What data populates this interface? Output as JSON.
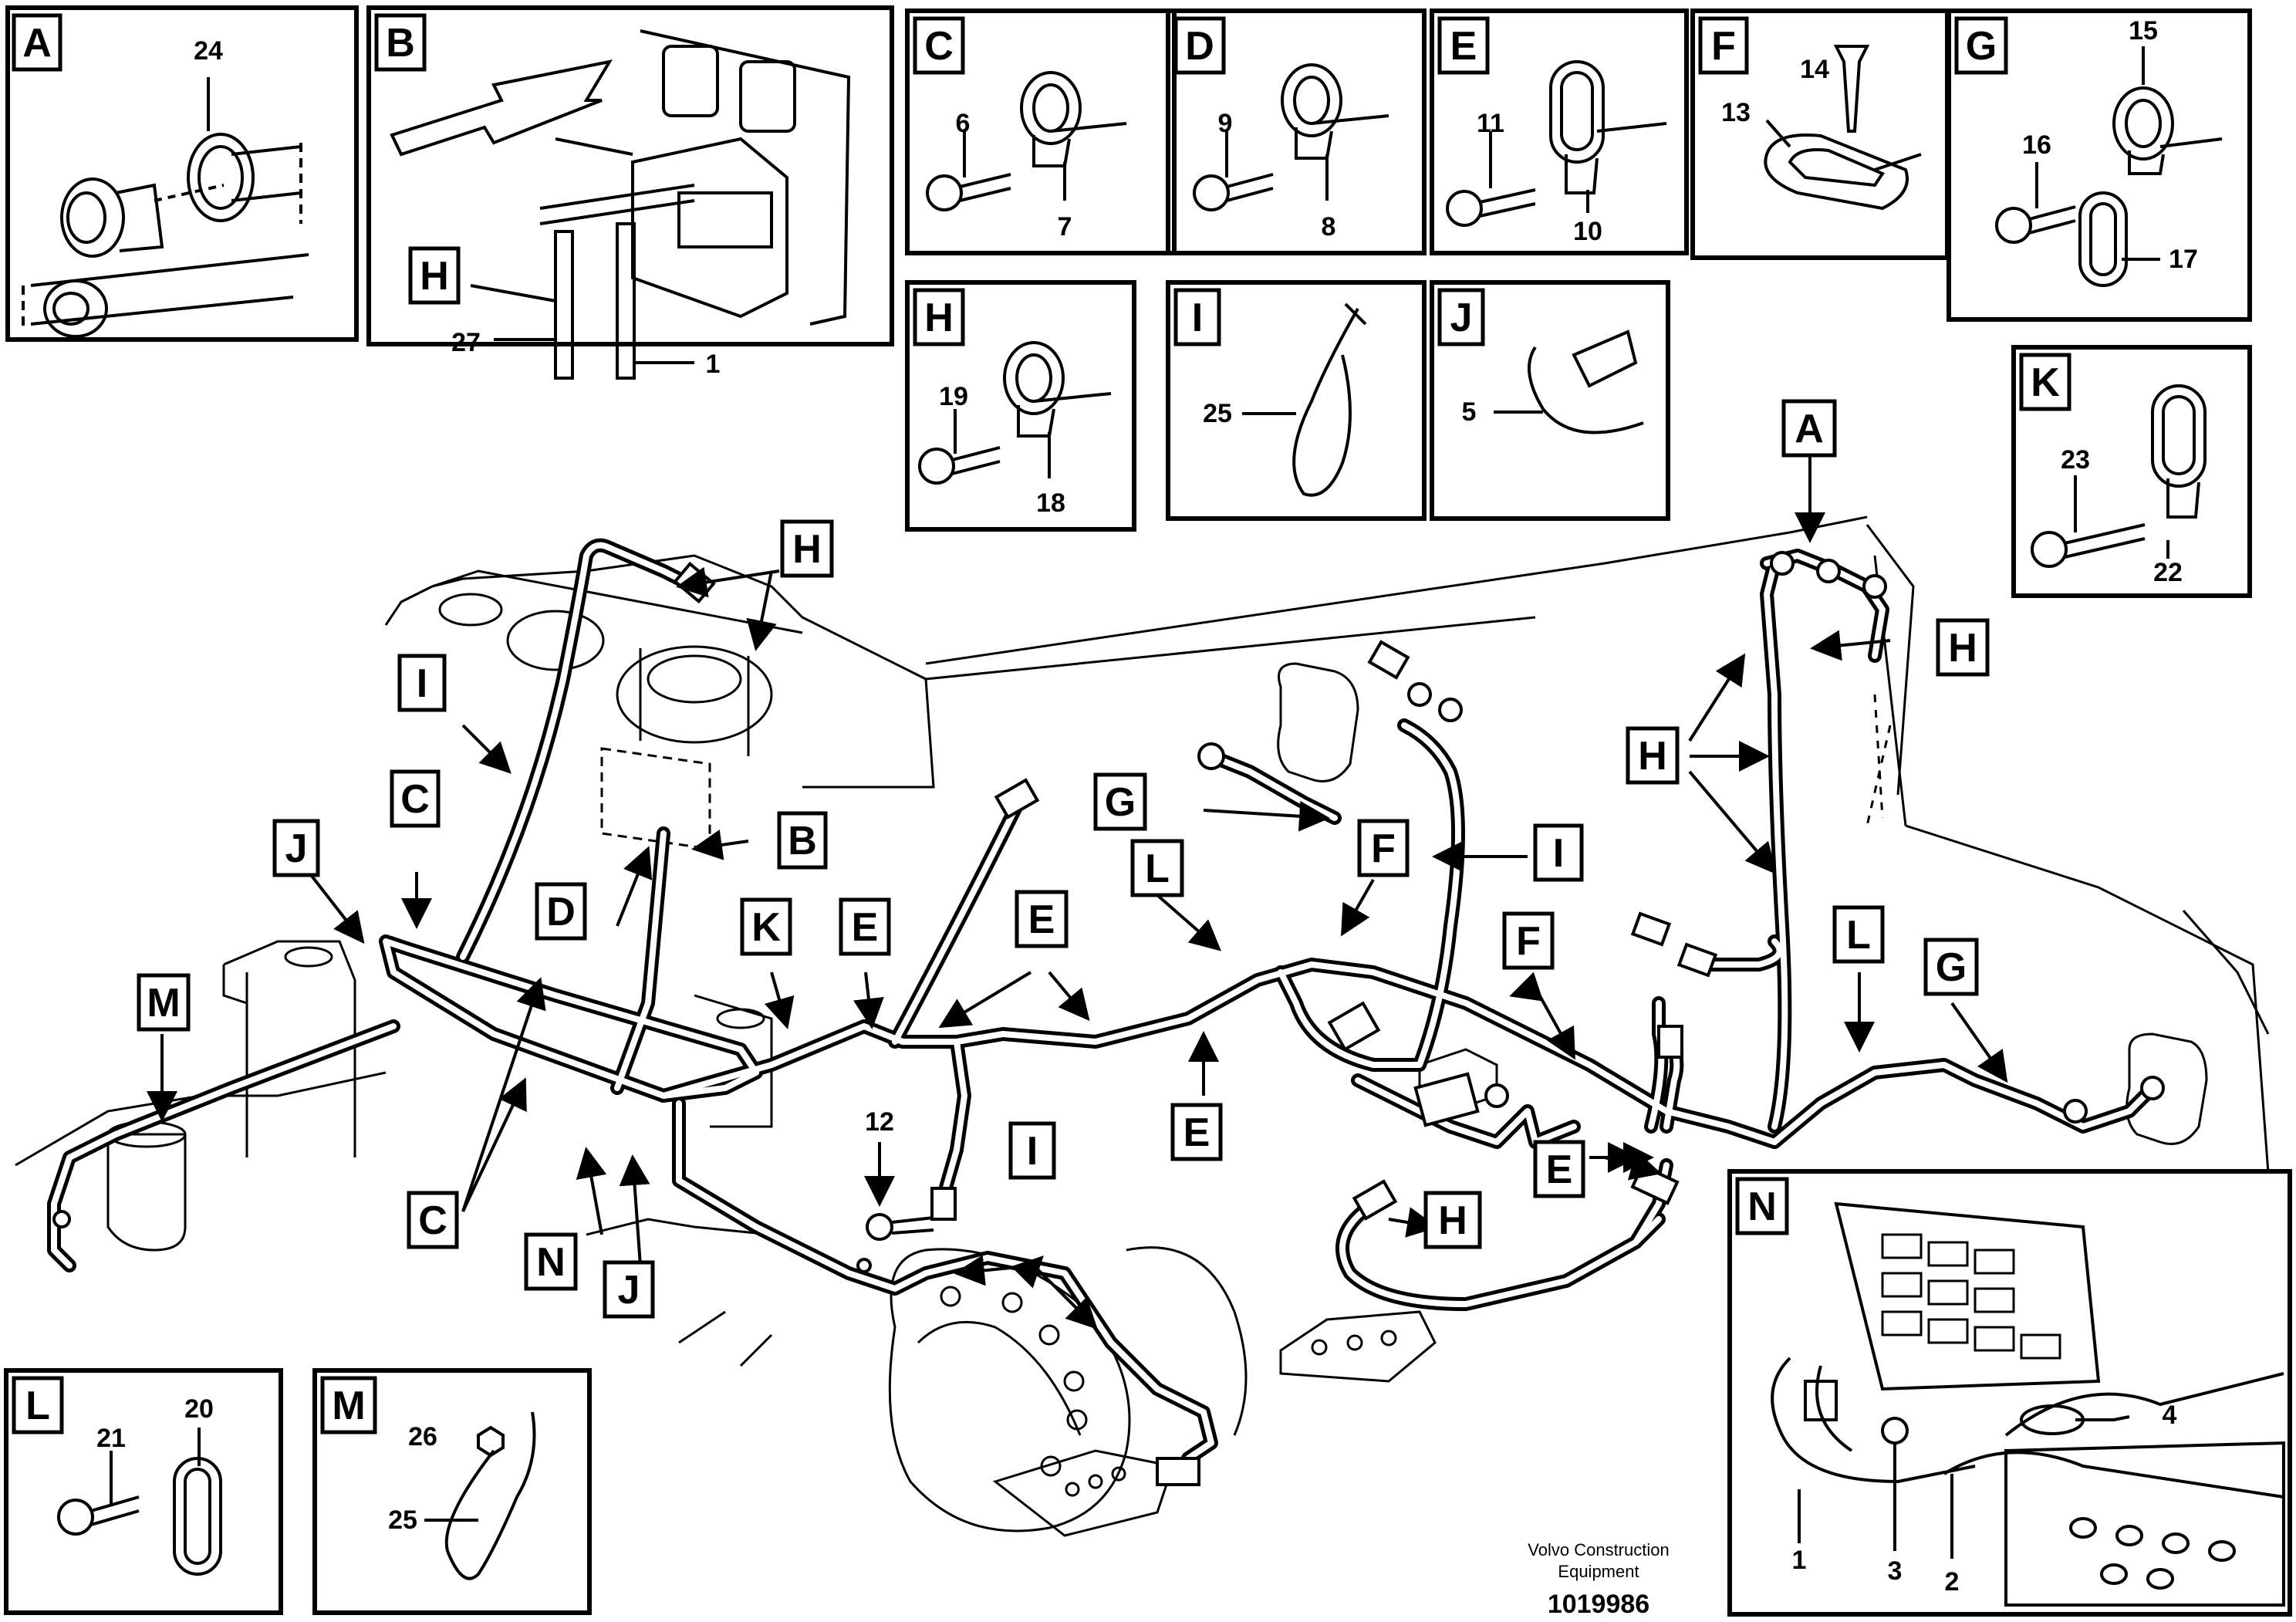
{
  "panels": {
    "A": {
      "letter": "A",
      "parts": [
        "24"
      ]
    },
    "B": {
      "letter": "B",
      "callout": "H",
      "parts": [
        "27",
        "1"
      ]
    },
    "C": {
      "letter": "C",
      "parts": [
        "6",
        "7"
      ]
    },
    "D": {
      "letter": "D",
      "parts": [
        "9",
        "8"
      ]
    },
    "E": {
      "letter": "E",
      "parts": [
        "11",
        "10"
      ]
    },
    "F": {
      "letter": "F",
      "parts": [
        "14",
        "13"
      ]
    },
    "G": {
      "letter": "G",
      "parts": [
        "15",
        "16",
        "17"
      ]
    },
    "H": {
      "letter": "H",
      "parts": [
        "19",
        "18"
      ]
    },
    "I": {
      "letter": "I",
      "parts": [
        "25"
      ]
    },
    "J": {
      "letter": "J",
      "parts": [
        "5"
      ]
    },
    "K": {
      "letter": "K",
      "parts": [
        "23",
        "22"
      ]
    },
    "L": {
      "letter": "L",
      "parts": [
        "21",
        "20"
      ]
    },
    "M": {
      "letter": "M",
      "parts": [
        "26",
        "25"
      ]
    },
    "N": {
      "letter": "N",
      "parts": [
        "4",
        "1",
        "3",
        "2"
      ]
    }
  },
  "main_callouts": {
    "top_H": "H",
    "I_left": "I",
    "C_top": "C",
    "J_left": "J",
    "M": "M",
    "D": "D",
    "B": "B",
    "K": "K",
    "E1": "E",
    "E2": "E",
    "L1": "L",
    "G_mid": "G",
    "F_mid": "F",
    "I_mid": "I",
    "A": "A",
    "H_right": "H",
    "H_mid": "H",
    "F2": "F",
    "L2": "L",
    "G_right": "G",
    "C_bottom": "C",
    "N": "N",
    "J_bottom": "J",
    "E3": "E",
    "I_bottom": "I",
    "H_bottom": "H",
    "E4": "E",
    "part12": "12"
  },
  "footer": {
    "company_line1": "Volvo Construction",
    "company_line2": "Equipment",
    "doc_number": "1019986"
  }
}
